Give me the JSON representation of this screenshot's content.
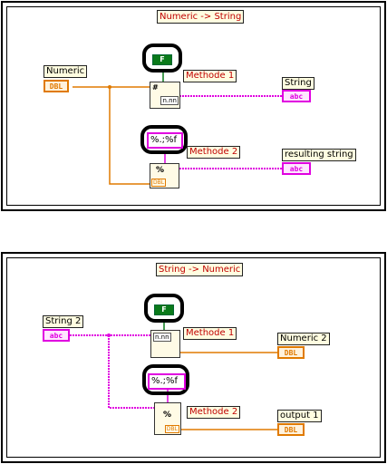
{
  "panel1": {
    "title": "Numeric -> String",
    "input_label": "Numeric",
    "input_type": "DBL",
    "method1_label": "Methode 1",
    "method2_label": "Methode 2",
    "bool_const": "F",
    "format_const": "%.;%f",
    "node1_text": "n.nn",
    "node2_type": "DBL",
    "out1_label": "String",
    "out1_type": "abc",
    "out2_label": "resulting string",
    "out2_type": "abc"
  },
  "panel2": {
    "title": "String -> Numeric",
    "input_label": "String 2",
    "input_type": "abc",
    "method1_label": "Methode 1",
    "method2_label": "Methode 2",
    "bool_const": "F",
    "format_const": "%.;%f",
    "node1_text": "n.nn",
    "node2_type": "DBL",
    "out1_label": "Numeric 2",
    "out1_type": "DBL",
    "out2_label": "output 1",
    "out2_type": "DBL"
  },
  "colors": {
    "orange_wire": "#e07a00",
    "pink_wire": "#e000e0",
    "title_text": "#c00000",
    "bool_green": "#0a7a1a"
  }
}
